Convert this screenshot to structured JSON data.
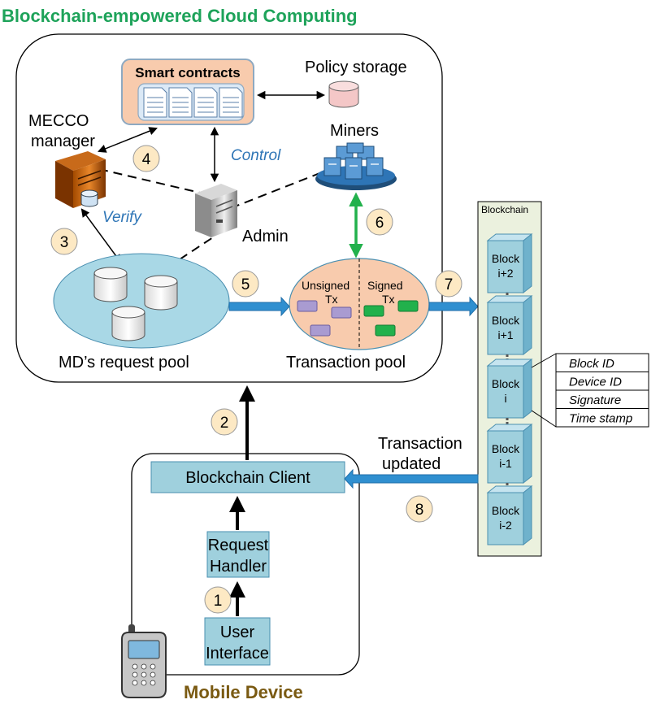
{
  "titles": {
    "cloud": "Blockchain-empowered Cloud Computing",
    "mobile": "Mobile Device"
  },
  "cloud": {
    "smart_contracts": "Smart contracts",
    "policy_storage": "Policy storage",
    "mecco_manager_line1": "MECCO",
    "mecco_manager_line2": "manager",
    "miners": "Miners",
    "control": "Control",
    "verify": "Verify",
    "admin": "Admin",
    "request_pool": "MD’s request pool",
    "transaction_pool": "Transaction pool",
    "unsigned_line1": "Unsigned",
    "unsigned_line2": "Tx",
    "signed_line1": "Signed",
    "signed_line2": "Tx"
  },
  "blockchain": {
    "label": "Blockchain",
    "blocks": [
      {
        "line1": "Block",
        "line2": "i+2"
      },
      {
        "line1": "Block",
        "line2": "i+1"
      },
      {
        "line1": "Block",
        "line2": "i"
      },
      {
        "line1": "Block",
        "line2": "i-1"
      },
      {
        "line1": "Block",
        "line2": "i-2"
      }
    ],
    "block_fields": [
      "Block ID",
      "Device ID",
      "Signature",
      "Time stamp"
    ]
  },
  "mobile": {
    "client": "Blockchain Client",
    "handler_line1": "Request",
    "handler_line2": "Handler",
    "ui_line1": "User",
    "ui_line2": "Interface",
    "tx_updated_line1": "Transaction",
    "tx_updated_line2": "updated"
  },
  "steps": [
    "1",
    "2",
    "3",
    "4",
    "5",
    "6",
    "7",
    "8"
  ],
  "colors": {
    "cloud_title": "#1ea35a",
    "mobile_title": "#7a5a12",
    "box_fill": "#9fd0dd",
    "arrow_blue": "#2f8fd0",
    "green_arrow": "#22b14c",
    "step_fill": "#fde9c4",
    "contracts_fill": "#f8cbad",
    "blockchain_bg": "#ebf1de"
  }
}
